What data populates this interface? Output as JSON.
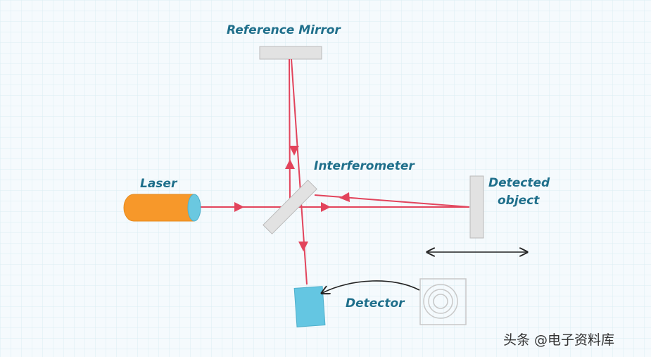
{
  "labels": {
    "reference_mirror": "Reference Mirror",
    "interferometer": "Interferometer",
    "laser": "Laser",
    "detected_object_line1": "Detected",
    "detected_object_line2": "object",
    "detector": "Detector"
  },
  "watermark": "头条 @电子资料库",
  "colors": {
    "beam": "#e2445c",
    "laser_body": "#f7982a",
    "laser_lens": "#6ac8e0",
    "detector": "#64c6e2",
    "mirror": "#e2e2e2",
    "label": "#1f6f8b",
    "grid": "#dcedf4"
  }
}
